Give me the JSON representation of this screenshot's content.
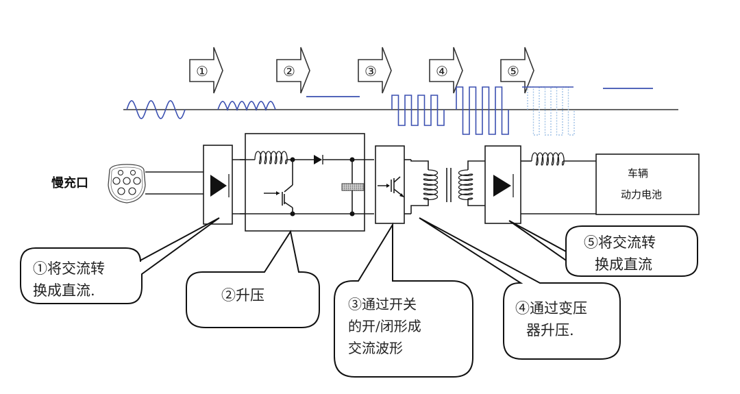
{
  "title": "车载充电机（慢充）电能转换流程示意图",
  "colors": {
    "line": "#1a1a1a",
    "wave": "#3a4fb0",
    "wave_faded": "#9ec0e6",
    "background": "#ffffff"
  },
  "stage_arrows": [
    {
      "label": "①"
    },
    {
      "label": "②"
    },
    {
      "label": "③"
    },
    {
      "label": "④"
    },
    {
      "label": "⑤"
    }
  ],
  "waveforms": [
    {
      "stage": "input",
      "type": "sine",
      "description": "交流输入"
    },
    {
      "stage": "after-1",
      "type": "rectified-sine",
      "description": "整流后脉动直流"
    },
    {
      "stage": "after-2",
      "type": "dc",
      "description": "升压直流"
    },
    {
      "stage": "after-3",
      "type": "square-ac-small",
      "description": "开关形成交流方波"
    },
    {
      "stage": "after-4",
      "type": "square-ac-large",
      "description": "变压器升压后方波"
    },
    {
      "stage": "after-5",
      "type": "rectified-square",
      "description": "整流后直流"
    },
    {
      "stage": "output",
      "type": "dc",
      "description": "输出直流"
    }
  ],
  "components": {
    "charge_port_label": "慢充口",
    "battery_line1": "车辆",
    "battery_line2": "动力电池"
  },
  "callouts": [
    {
      "id": "1",
      "lines": [
        "①将交流转",
        "换成直流."
      ]
    },
    {
      "id": "2",
      "lines": [
        "②升压"
      ]
    },
    {
      "id": "3",
      "lines": [
        "③通过开关",
        "的开/闭形成",
        "交流波形"
      ]
    },
    {
      "id": "4",
      "lines": [
        "④通过变压",
        "器升压."
      ]
    },
    {
      "id": "5",
      "lines": [
        "⑤将交流转",
        "换成直流"
      ]
    }
  ]
}
